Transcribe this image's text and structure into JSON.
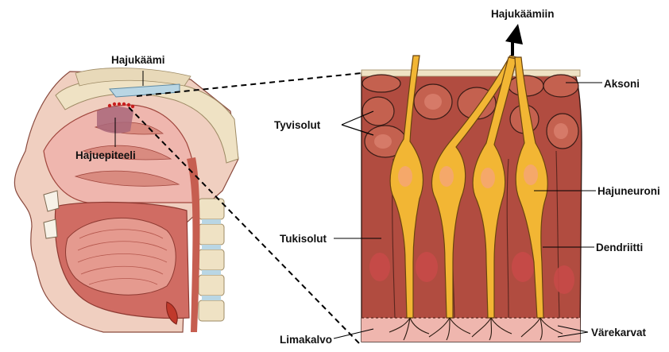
{
  "labels": {
    "olfactory_bulb": "Hajukäämi",
    "olfactory_epithelium": "Hajuepiteeli",
    "to_bulb": "Hajukäämiin",
    "axon": "Aksoni",
    "basal_cells": "Tyvisolut",
    "olfactory_neuron": "Hajuneuroni",
    "supporting_cells": "Tukisolut",
    "dendrite": "Dendriitti",
    "mucosa": "Limakalvo",
    "cilia": "Värekarvat"
  },
  "colors": {
    "tissue_dark": "#b14c40",
    "tissue_mid": "#c65e50",
    "cavity_pink": "#efb6ae",
    "oral_red": "#d06c63",
    "bone": "#efe2c4",
    "neuron_yellow": "#f2b634",
    "neuron_core": "#f5a86a",
    "cartilage_blue": "#b9d6e4",
    "outline": "#2b1a14",
    "line_black": "#000000"
  }
}
